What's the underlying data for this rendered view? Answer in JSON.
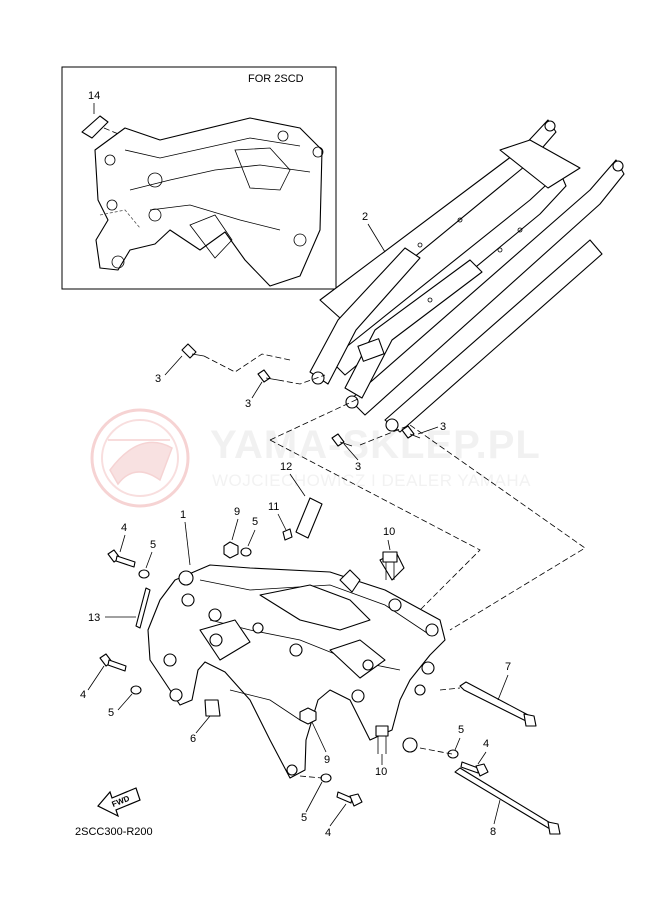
{
  "inset": {
    "title": "FOR 2SCD"
  },
  "watermark": {
    "title": "YAMA-SKLEP.PL",
    "subtitle": "WOJCIECHOWICZ I DEALER YAMAHA",
    "color": "#e05050"
  },
  "fwd_label": "FWD",
  "diagram_code": "2SCC300-R200",
  "callouts": {
    "c14": "14",
    "c2": "2",
    "c3a": "3",
    "c3b": "3",
    "c3c": "3",
    "c3d": "3",
    "c12": "12",
    "c11": "11",
    "c9a": "9",
    "c5a": "5",
    "c1": "1",
    "c4a": "4",
    "c5b": "5",
    "c10a": "10",
    "c13": "13",
    "c4b": "4",
    "c5c": "5",
    "c6": "6",
    "c7": "7",
    "c9b": "9",
    "c10b": "10",
    "c5d": "5",
    "c4c": "4",
    "c5e": "5",
    "c4d": "4",
    "c8": "8"
  }
}
